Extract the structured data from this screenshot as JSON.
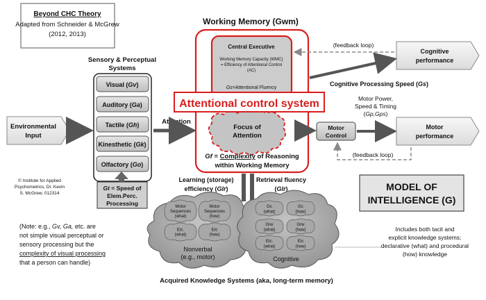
{
  "source_box": {
    "title": "Beyond CHC Theory",
    "line1": "Adapted from Schneider & McGrew",
    "line2": "(2012, 2013)"
  },
  "sensory": {
    "title_line1": "Sensory & Perceptual",
    "title_line2": "Systems",
    "items": [
      {
        "name": "Visual",
        "code": "Gv"
      },
      {
        "name": "Auditory",
        "code": "Ga"
      },
      {
        "name": "Tactile",
        "code": "Gh"
      },
      {
        "name": "Kinesthetic",
        "code": "Gk"
      },
      {
        "name": "Olfactory",
        "code": "Go"
      }
    ]
  },
  "env_input": {
    "line1": "Environmental",
    "line2": "Input"
  },
  "attention_label": "Attention",
  "working_memory": {
    "title": "Working Memory (Gwm)",
    "central_exec_title": "Central Executive",
    "wmc_line1": "Working Memory Capacity (WMC)",
    "wmc_line2": "= Efficiency of Attentional Control",
    "wmc_line3": "(AC)",
    "gs_code": "Gs",
    "gs_rest": "=Attentional Fluency",
    "acs_banner": "Attentional control system",
    "focus_line1": "Focus of",
    "focus_line2": "Attention",
    "gf_code": "Gf",
    "gf_eq": " = ",
    "gf_underlined": "Complexity",
    "gf_rest": " of Reasoning",
    "gf_line2": "within Working Memory"
  },
  "feedback_top": "(feedback loop)",
  "feedback_bottom": "(feedback loop)",
  "cognitive_performance": {
    "line1": "Cognitive",
    "line2": "performance"
  },
  "cognitive_speed": {
    "prefix": "Cognitive Processing Speed (",
    "code": "Gs",
    "suffix": ")"
  },
  "motor_power": {
    "line1": "Motor Power,",
    "line2": "Speed & Timing",
    "line3_prefix": "(",
    "line3_code": "Gp,Gps",
    "line3_suffix": ")"
  },
  "motor_control": {
    "line1": "Motor",
    "line2": "Control"
  },
  "motor_performance": {
    "line1": "Motor",
    "line2": "performance"
  },
  "gt_box": {
    "code": "Gt",
    "line1_rest": " = Speed of",
    "line2": "Elem.Perc.",
    "line3": "Processing"
  },
  "copyright": {
    "line1": "© Institute for Applied",
    "line2": "Psychometrics, Dr. Kevin",
    "line3": "S. McGrew, 012314"
  },
  "learning": {
    "line1": "Learning (storage)",
    "line2_prefix": "efficiency (",
    "code": "Glr",
    "line2_suffix": ")"
  },
  "retrieval": {
    "line1": "Retrieval fluency",
    "line2_prefix": "(",
    "code": "Glr",
    "line2_suffix": ")"
  },
  "nonverbal_cloud": {
    "small": [
      {
        "l1": "Motor",
        "l2": "Sequences",
        "l3": "(what)"
      },
      {
        "l1": "Motor",
        "l2": "Sequences",
        "l3": "(how)"
      },
      {
        "l1": "Etc.",
        "l2": "(what)",
        "l3": ""
      },
      {
        "l1": "Etc",
        "l2": "(how)",
        "l3": ""
      }
    ],
    "label1": "Nonverbal",
    "label2": "(e.g., motor)"
  },
  "cognitive_cloud": {
    "small": [
      {
        "l1": "Gc",
        "l2": "(what)"
      },
      {
        "l1": "Gc",
        "l2": "(how)"
      },
      {
        "l1": "Grw",
        "l2": "(what)"
      },
      {
        "l1": "Grw",
        "l2": "(how)"
      },
      {
        "l1": "Etc.",
        "l2": "(what)"
      },
      {
        "l1": "Etc",
        "l2": "(how)"
      }
    ],
    "label": "Cognitive"
  },
  "note": {
    "line1_prefix": "(Note:  e.g., ",
    "line1_codes": "Gv, Ga,",
    "line1_suffix": " etc. are",
    "line2": "not simple visual perceptual or",
    "line3": "sensory  processing but the",
    "line4": "complexity of visual processing",
    "line5": "that a person can handle)"
  },
  "model_box": {
    "line1": "MODEL OF",
    "line2": "INTELLIGENCE (G)"
  },
  "tacit": {
    "line1": "Includes both tacit and",
    "line2": "explicit knowledge systems;",
    "line3": "declarative (what) and procedural",
    "line4": "(how) knowledge"
  },
  "acquired_label": "Acquired Knowledge Systems (aka, long-term memory)",
  "colors": {
    "red": "#d81e1e",
    "gray_fill": "#c8c8c8",
    "light_gray": "#e2e2e2",
    "arrow_gray": "#9a9a9a"
  }
}
